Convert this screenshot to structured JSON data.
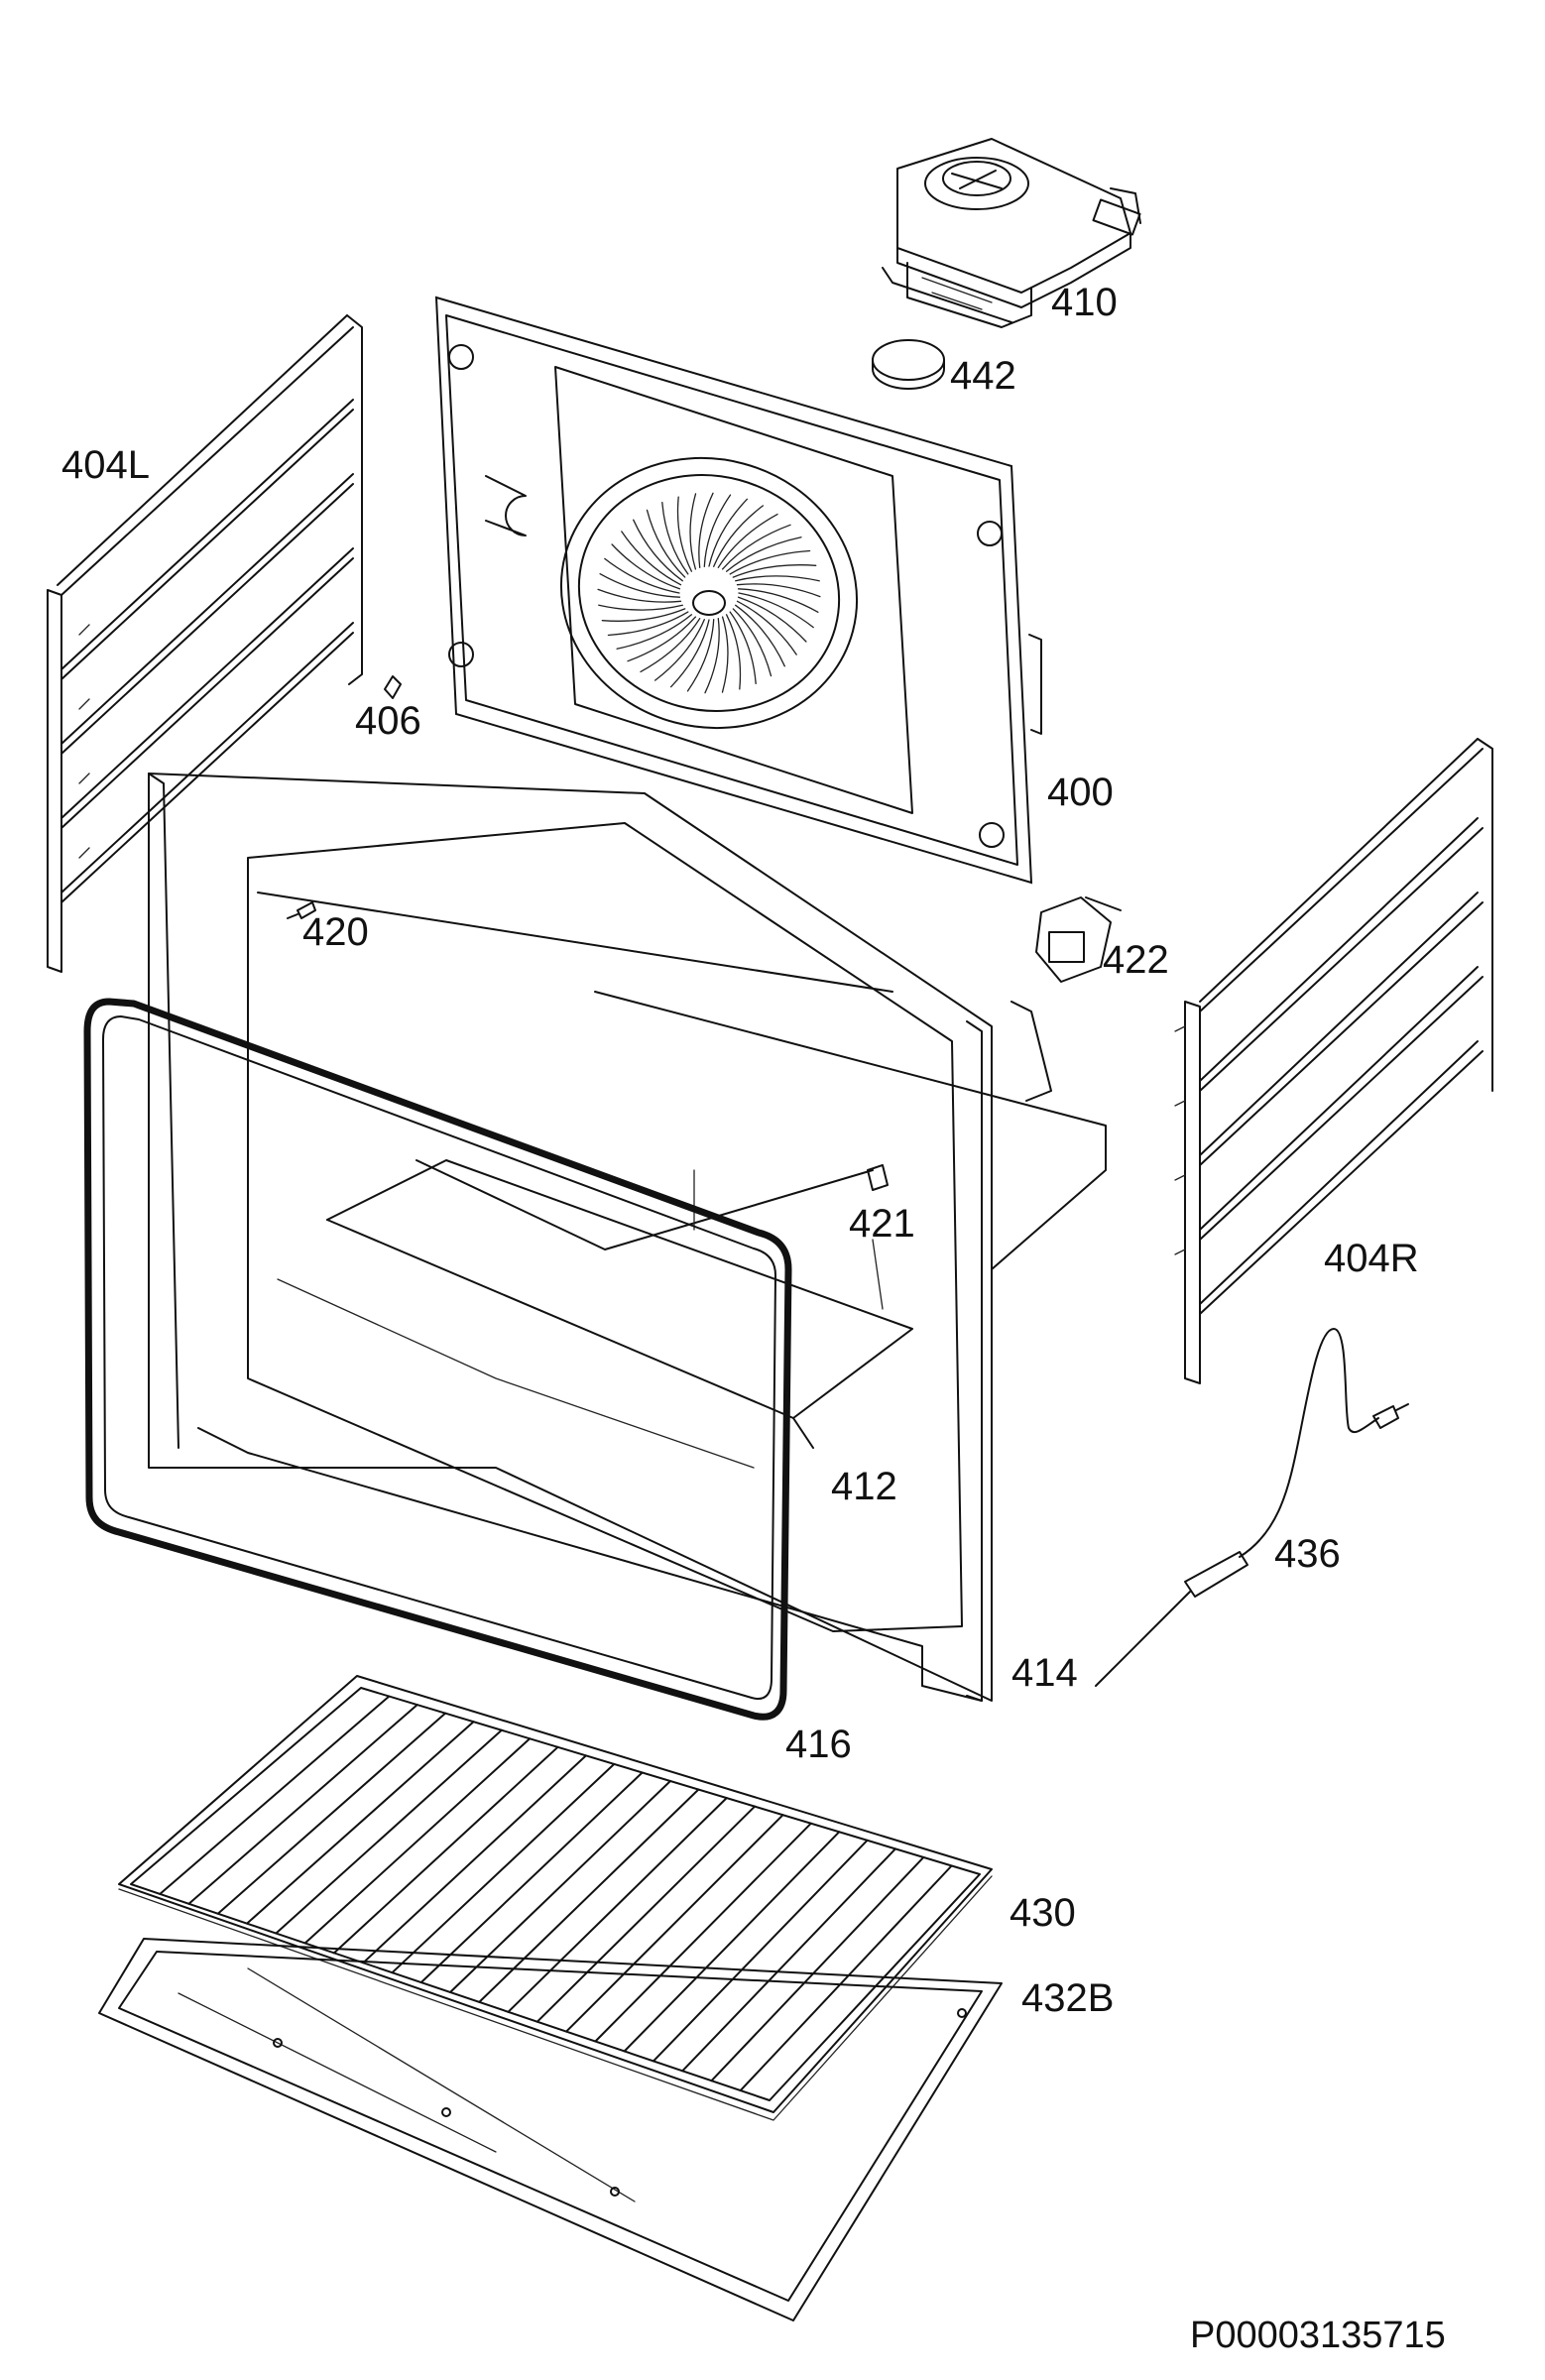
{
  "labels": {
    "p410": "410",
    "p442": "442",
    "p404L": "404L",
    "p406": "406",
    "p400": "400",
    "p420": "420",
    "p422": "422",
    "p421": "421",
    "p404R": "404R",
    "p412": "412",
    "p436": "436",
    "p414": "414",
    "p416": "416",
    "p430": "430",
    "p432B": "432B"
  },
  "document_id": "P00003135715"
}
